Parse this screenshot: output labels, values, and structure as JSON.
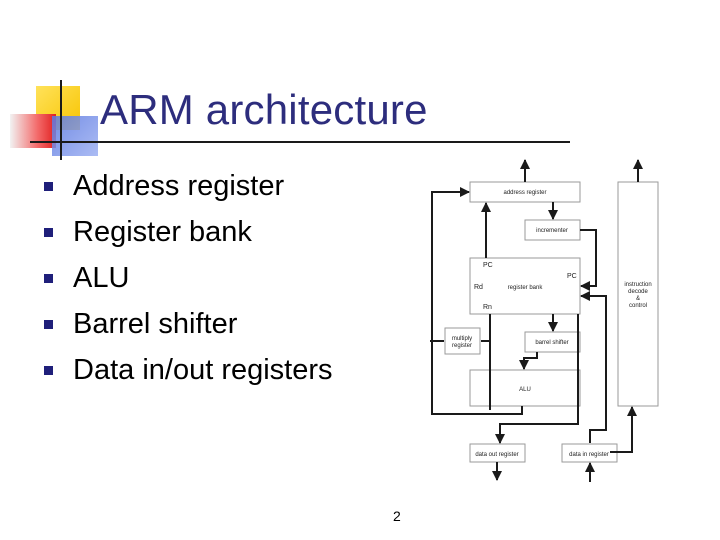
{
  "slide": {
    "title": "ARM architecture",
    "bullets": [
      {
        "text": "Address register"
      },
      {
        "text": "Register bank"
      },
      {
        "text": "ALU"
      },
      {
        "text": "Barrel shifter"
      },
      {
        "text": "Data in/out registers"
      }
    ],
    "page_number": "2"
  },
  "diagram": {
    "address_register": "address register",
    "incrementer": "incrementer",
    "register_bank": "register bank",
    "pc_top": "PC",
    "pc_right": "PC",
    "rd": "Rd",
    "rn": "Rn",
    "multiply_register_line1": "multiply",
    "multiply_register_line2": "register",
    "barrel_shifter": "barrel shifter",
    "alu": "ALU",
    "instruction_line1": "instruction",
    "instruction_line2": "decode",
    "instruction_line3": "&",
    "instruction_line4": "control",
    "data_out_register": "data out register",
    "data_in_register": "data in register"
  },
  "colors": {
    "title": "#2d2d7d",
    "bullet_marker": "#1f1f7a",
    "diagram_box_border": "#9a9a9a",
    "diagram_line": "#1a1a1a"
  }
}
